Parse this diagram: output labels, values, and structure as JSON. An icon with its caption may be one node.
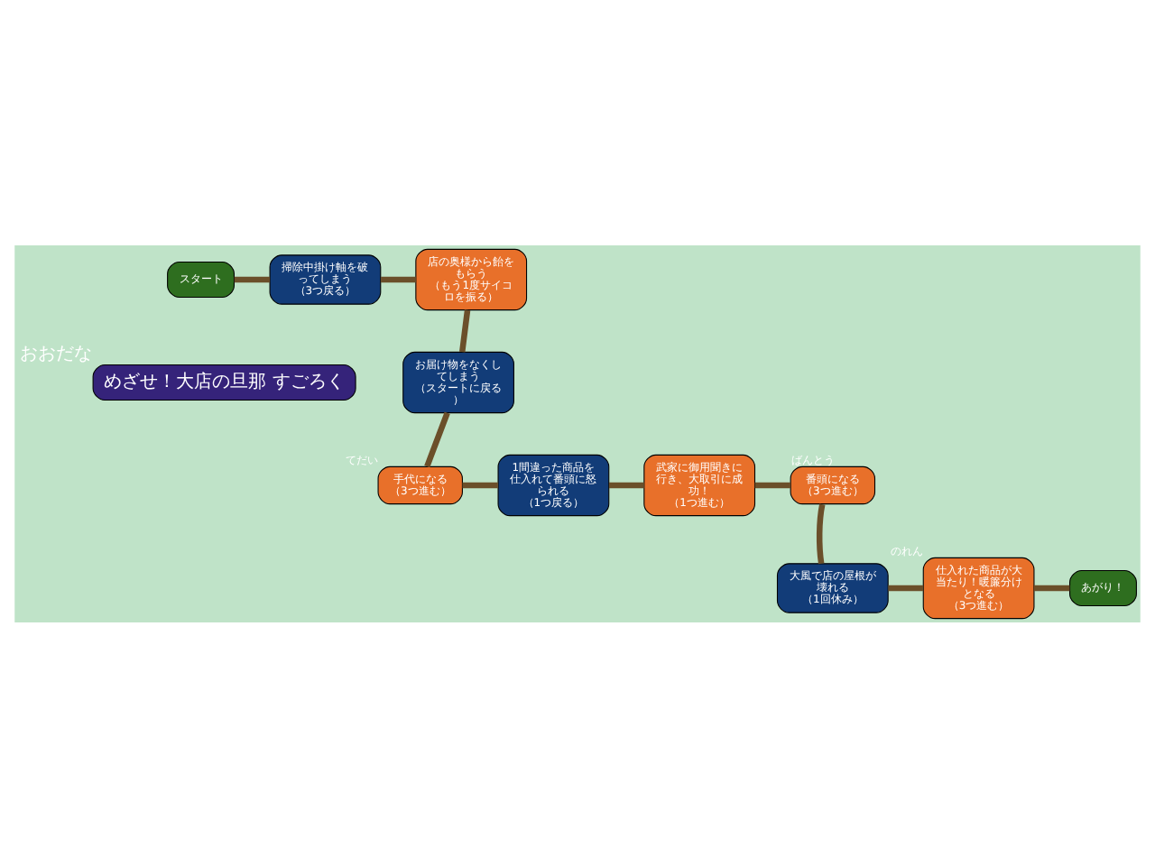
{
  "diagram": {
    "nodes": [
      {
        "text": [
          "スタート"
        ]
      },
      {
        "text": [
          "掃除中掛け軸を破ってしまう",
          "（3つ戻る）"
        ]
      },
      {
        "text": [
          "店の奥様から飴をもらう",
          "（もう1度サイコロを振る）"
        ]
      },
      {
        "text": [
          "お届け物をなくしてしまう",
          "（スタートに戻る）"
        ]
      },
      {
        "text": [
          "手代になる",
          "（3つ進む）"
        ],
        "beside": [
          "てだい"
        ]
      },
      {
        "text": [
          "1間違った商品を仕入れて番頭に怒られる",
          "（1つ戻る）"
        ]
      },
      {
        "text": [
          "武家に御用聞きに行き、大取引に成功！",
          "（1つ進む）"
        ]
      },
      {
        "text": [
          "番頭になる",
          "（3つ進む）"
        ],
        "beside": [
          "ばんとう"
        ]
      },
      {
        "text": [
          "大風で店の屋根が壊れる",
          "（1回休み）"
        ]
      },
      {
        "text": [
          "仕入れた商品が大当たり！暖簾分けとなる",
          "（3つ進む）"
        ],
        "beside": [
          "のれん"
        ]
      },
      {
        "text": [
          "あがり！"
        ]
      },
      {
        "text": [
          "めざせ！大店の旦那 すごろく"
        ],
        "beside": [
          "おおだな"
        ]
      }
    ],
    "edges": [
      {
        "from": 0,
        "to": 1,
        "arrow": "none"
      },
      {
        "from": 1,
        "to": 2,
        "arrow": "none"
      },
      {
        "from": 2,
        "to": 3,
        "arrow": "none"
      },
      {
        "from": 3,
        "to": 4,
        "arrow": "none"
      },
      {
        "from": 4,
        "to": 5,
        "arrow": "none"
      },
      {
        "from": 5,
        "to": 6,
        "arrow": "none"
      },
      {
        "from": 6,
        "to": 7,
        "arrow": "none"
      },
      {
        "from": 7,
        "to": 8,
        "arrow": "none"
      },
      {
        "from": 8,
        "to": 9,
        "arrow": "none"
      },
      {
        "from": 9,
        "to": 10,
        "arrow": "none"
      }
    ]
  }
}
